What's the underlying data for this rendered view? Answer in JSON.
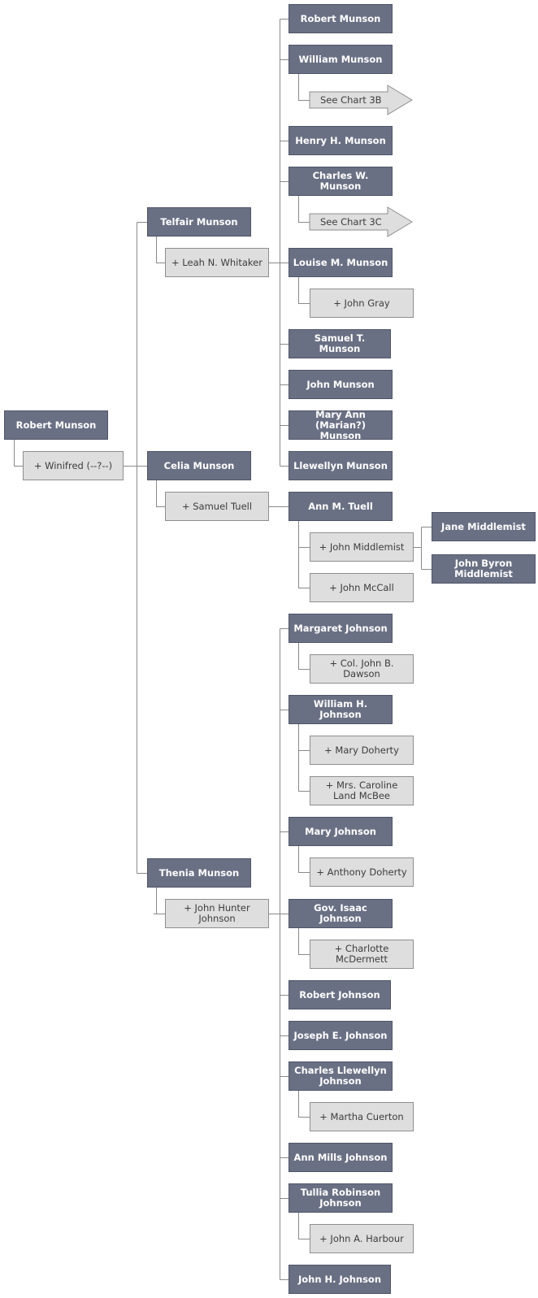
{
  "root": {
    "name": "Robert Munson",
    "spouse": "+ Winifred (--?--)"
  },
  "children": [
    {
      "name": "Telfair Munson",
      "spouse": "+ Leah N. Whitaker",
      "children": [
        {
          "name": "Robert Munson"
        },
        {
          "name": "William Munson",
          "ref": "See Chart 3B"
        },
        {
          "name": "Henry H. Munson"
        },
        {
          "name": "Charles W. Munson",
          "ref": "See Chart 3C"
        },
        {
          "name": "Louise M. Munson",
          "spouse": "+ John Gray"
        },
        {
          "name": "Samuel T. Munson"
        },
        {
          "name": "John Munson"
        },
        {
          "name": "Mary Ann (Marian?) Munson"
        },
        {
          "name": "Llewellyn Munson"
        }
      ]
    },
    {
      "name": "Celia Munson",
      "spouse": "+ Samuel Tuell",
      "children": [
        {
          "name": "Ann M. Tuell",
          "spouses": [
            "+ John Middlemist",
            "+ John McCall"
          ],
          "grandchildren": [
            "Jane Middlemist",
            "John Byron Middlemist"
          ]
        }
      ]
    },
    {
      "name": "Thenia Munson",
      "spouse": "+ John Hunter Johnson",
      "children": [
        {
          "name": "Margaret Johnson",
          "spouses": [
            "+ Col. John B. Dawson"
          ]
        },
        {
          "name": "William H. Johnson",
          "spouses": [
            "+ Mary Doherty",
            "+ Mrs. Caroline Land McBee"
          ]
        },
        {
          "name": "Mary Johnson",
          "spouses": [
            "+ Anthony Doherty"
          ]
        },
        {
          "name": "Gov. Isaac Johnson",
          "spouses": [
            "+ Charlotte McDermett"
          ]
        },
        {
          "name": "Robert Johnson"
        },
        {
          "name": "Joseph E. Johnson"
        },
        {
          "name": "Charles Llewellyn Johnson",
          "spouses": [
            "+ Martha Cuerton"
          ]
        },
        {
          "name": "Ann Mills Johnson"
        },
        {
          "name": "Tullia Robinson Johnson",
          "spouses": [
            "+ John A. Harbour"
          ]
        },
        {
          "name": "John H. Johnson"
        }
      ]
    }
  ]
}
